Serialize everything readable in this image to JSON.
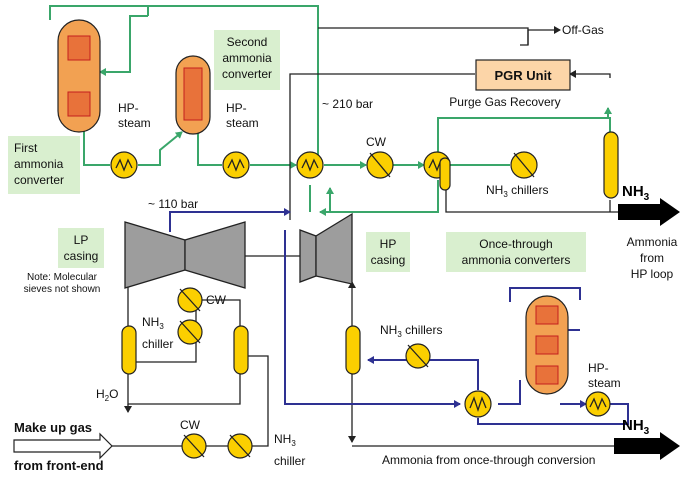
{
  "labels": {
    "off_gas": "Off-Gas",
    "pgr_unit": "PGR Unit",
    "purge_gas_recovery": "Purge Gas Recovery",
    "first_converter": [
      "First",
      "ammonia",
      "converter"
    ],
    "second_converter": [
      "Second",
      "ammonia",
      "converter"
    ],
    "hp_steam_1": [
      "HP-",
      "steam"
    ],
    "hp_steam_2": [
      "HP-",
      "steam"
    ],
    "hp_steam_3": [
      "HP-",
      "steam"
    ],
    "pressure_210": "~ 210 bar",
    "pressure_110": "~ 110 bar",
    "cw_1": "CW",
    "cw_2": "CW",
    "cw_3": "CW",
    "nh3_chillers_1": [
      "NH",
      "3",
      " chillers"
    ],
    "nh3_chillers_2": [
      "NH",
      "3",
      " chillers"
    ],
    "nh3_chiller_lp": [
      "NH",
      "3",
      "chiller"
    ],
    "nh3_chiller_makeup": [
      "NH",
      "3",
      "chiller"
    ],
    "nh3_out_top": "NH",
    "nh3_out_top_sub": "3",
    "nh3_out_bottom": "NH",
    "nh3_out_bottom_sub": "3",
    "ammonia_hp_loop": [
      "Ammonia",
      "from",
      "HP loop"
    ],
    "lp_casing": [
      "LP",
      "casing"
    ],
    "hp_casing": [
      "HP",
      "casing"
    ],
    "note": [
      "Note: Molecular",
      "sieves not shown"
    ],
    "once_through": [
      "Once-through",
      "ammonia converters"
    ],
    "h2o": "H",
    "h2o_sub": "2",
    "h2o_end": "O",
    "makeup_gas": [
      "Make up gas",
      "from front-end"
    ],
    "ammonia_once_through": "Ammonia from once-through conversion"
  },
  "colors": {
    "green_stream": "#3aa66a",
    "blue_stream": "#2e3192",
    "equipment_yellow": "#fbcf00",
    "converter_orange": "#f2a152",
    "label_box_green": "#d9efcf"
  }
}
